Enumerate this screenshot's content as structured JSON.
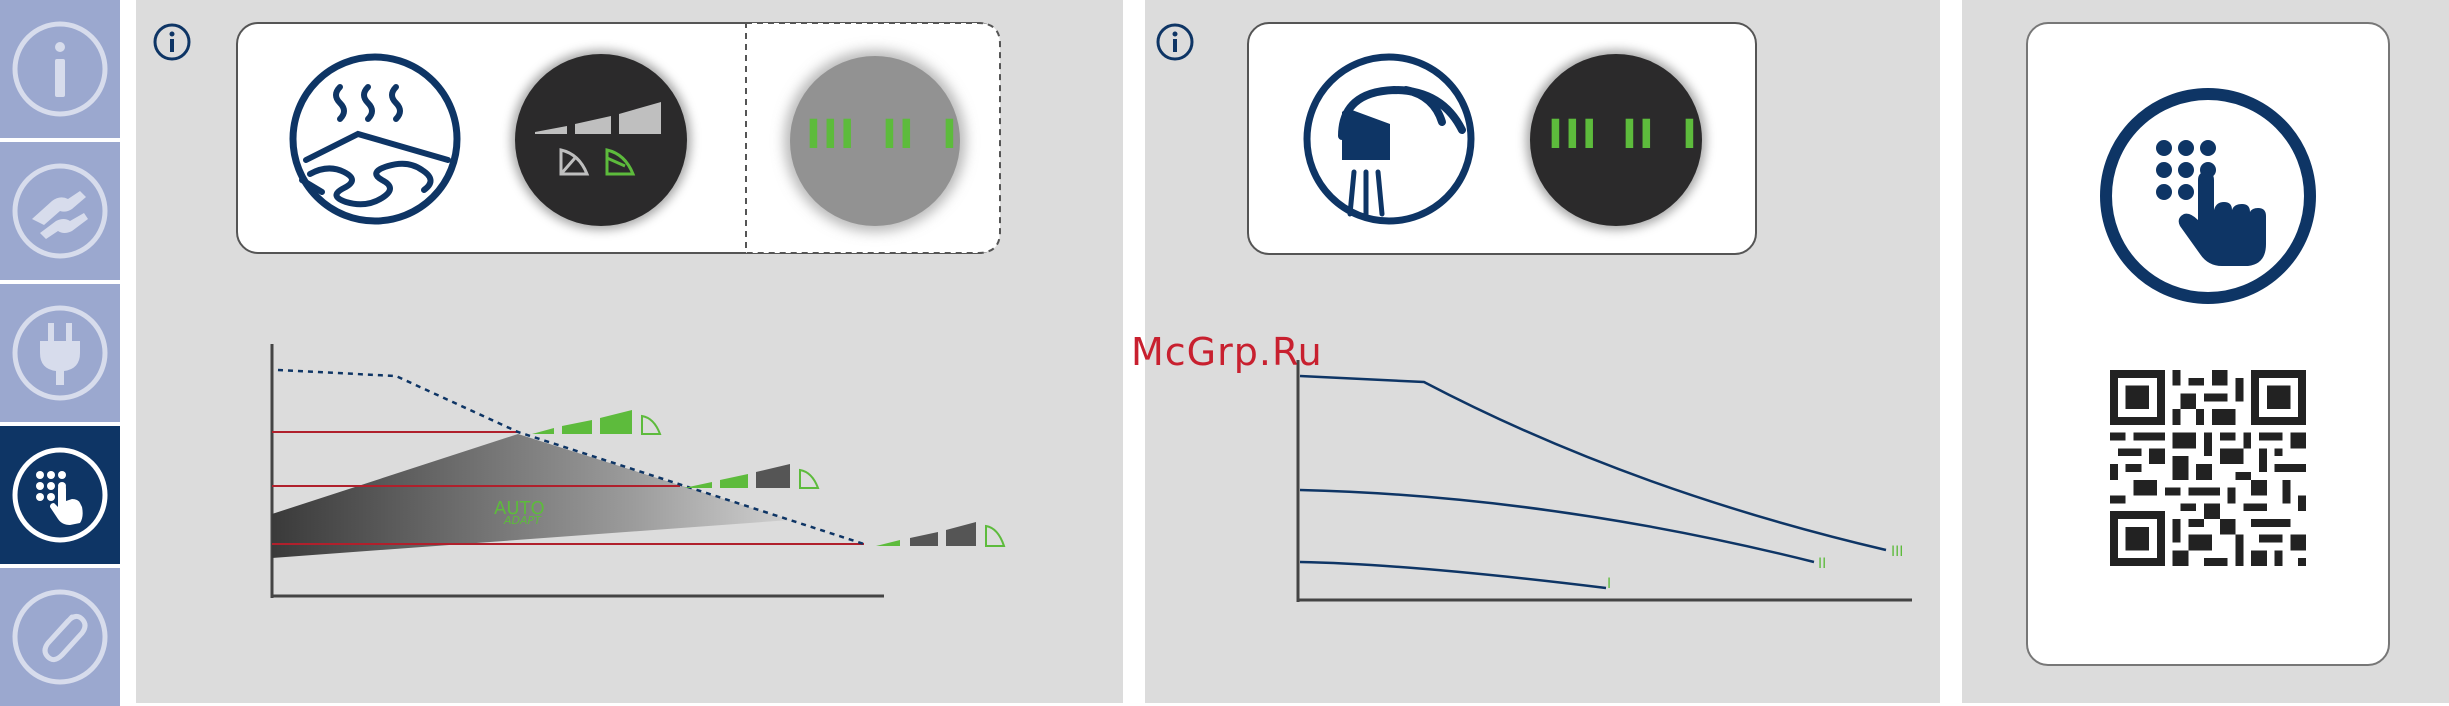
{
  "sidebar": {
    "tabs": [
      {
        "icon": "info-icon",
        "active": false
      },
      {
        "icon": "installation-hands-icon",
        "active": false
      },
      {
        "icon": "power-plug-icon",
        "active": false
      },
      {
        "icon": "touch-keypad-icon",
        "active": true
      },
      {
        "icon": "paperclip-icon",
        "active": false
      }
    ],
    "colors": {
      "tab": "#9ba8cf",
      "active": "#0e3565"
    }
  },
  "panel1": {
    "info_icon": "info-icon",
    "icons": [
      "underfloor-heating-icon",
      "speed-indicator-icon",
      "speed-settings-icon"
    ],
    "speed_marks": [
      "III",
      "II",
      "I"
    ],
    "graph": {
      "auto_label": "AUTO",
      "adapt_label": "ADAPT"
    }
  },
  "panel2": {
    "info_icon": "info-icon",
    "icons": [
      "hot-water-tap-icon",
      "speed-settings-icon"
    ],
    "speed_marks": [
      "III",
      "II",
      "I"
    ],
    "graph": {
      "curve_labels": [
        "I",
        "II",
        "III"
      ]
    }
  },
  "panel3": {
    "icons": [
      "touch-keypad-icon",
      "qr-code-icon"
    ]
  },
  "watermark": "McGrp.Ru",
  "colors": {
    "navy": "#0e3565",
    "green": "#5dbb3c",
    "red": "#b0202c",
    "panel_bg": "#dcdcdc"
  }
}
